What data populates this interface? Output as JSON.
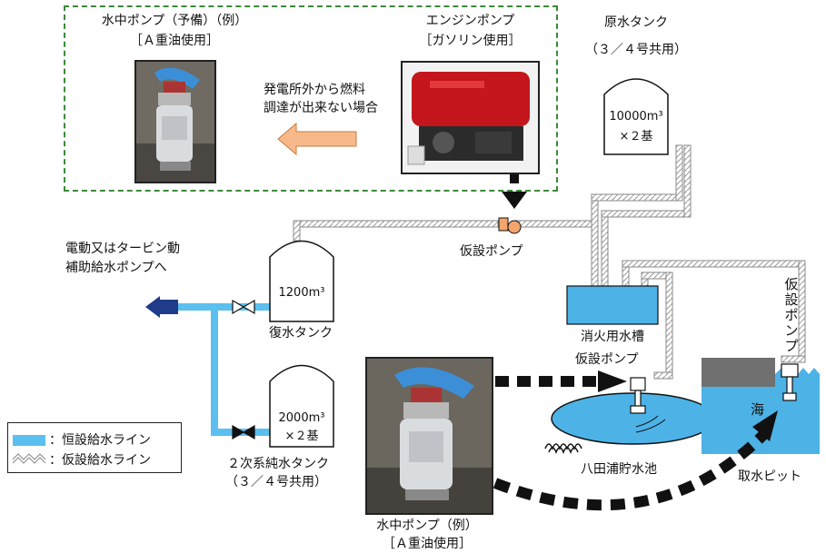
{
  "top_pump": {
    "title": "水中ポンプ（予備）（例）",
    "fuel": "［Ａ重油使用］"
  },
  "engine_pump": {
    "title": "エンジンポンプ",
    "fuel": "［ガソリン使用］"
  },
  "note": {
    "line1": "発電所外から燃料",
    "line2": "調達が出来ない場合"
  },
  "raw_tank": {
    "title": "原水タンク",
    "sub": "（３／４号共用）",
    "capacity": "10000m³",
    "count": "×２基"
  },
  "temp_pump_top": "仮設ポンプ",
  "aux_pump": {
    "line1": "電動又はタービン動",
    "line2": "補助給水ポンプへ"
  },
  "condensate_tank": {
    "capacity": "1200m³",
    "label": "復水タンク"
  },
  "fire_tank": "消火用水槽",
  "temp_pump_mid": "仮設ポンプ",
  "temp_pump_right": "仮設ポンプ",
  "pure_tank": {
    "capacity": "2000m³",
    "count": "×２基",
    "label": "２次系純水タンク",
    "sub": "（３／４号共用）"
  },
  "reservoir": "八田浦貯水池",
  "sea": "海",
  "intake_pit": "取水ピット",
  "bottom_pump": {
    "title": "水中ポンプ（例）",
    "fuel": "［Ａ重油使用］"
  },
  "legend": {
    "permanent": "：恒設給水ライン",
    "temporary": "：仮設給水ライン"
  },
  "colors": {
    "permanent_line": "#5bbfef",
    "water": "#4db2e6",
    "dashed_frame": "#3a8a3a",
    "arrow": "#f7b98a",
    "pump_orange": "#f4a46c"
  }
}
